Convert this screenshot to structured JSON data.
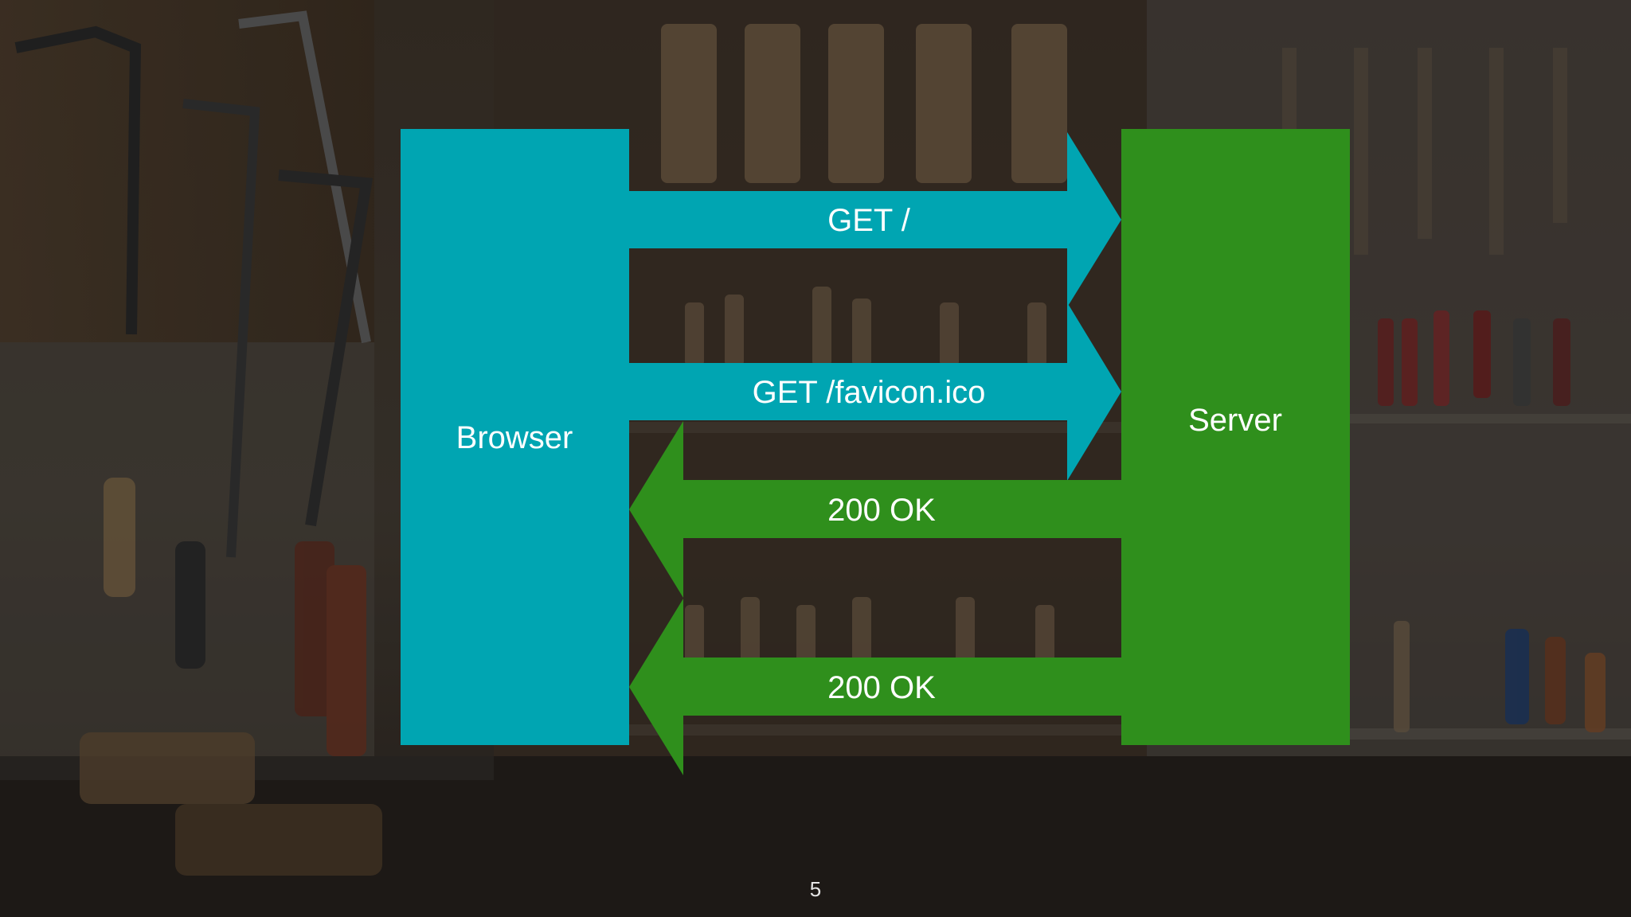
{
  "nodes": {
    "browser": "Browser",
    "server": "Server"
  },
  "arrows": [
    {
      "label": "GET /",
      "direction": "browser-to-server"
    },
    {
      "label": "GET /favicon.ico",
      "direction": "browser-to-server"
    },
    {
      "label": "200 OK",
      "direction": "server-to-browser"
    },
    {
      "label": "200 OK",
      "direction": "server-to-browser"
    }
  ],
  "page_number": "5",
  "colors": {
    "browser": "#00a5b2",
    "server": "#2f8f1c",
    "text": "#ffffff"
  }
}
